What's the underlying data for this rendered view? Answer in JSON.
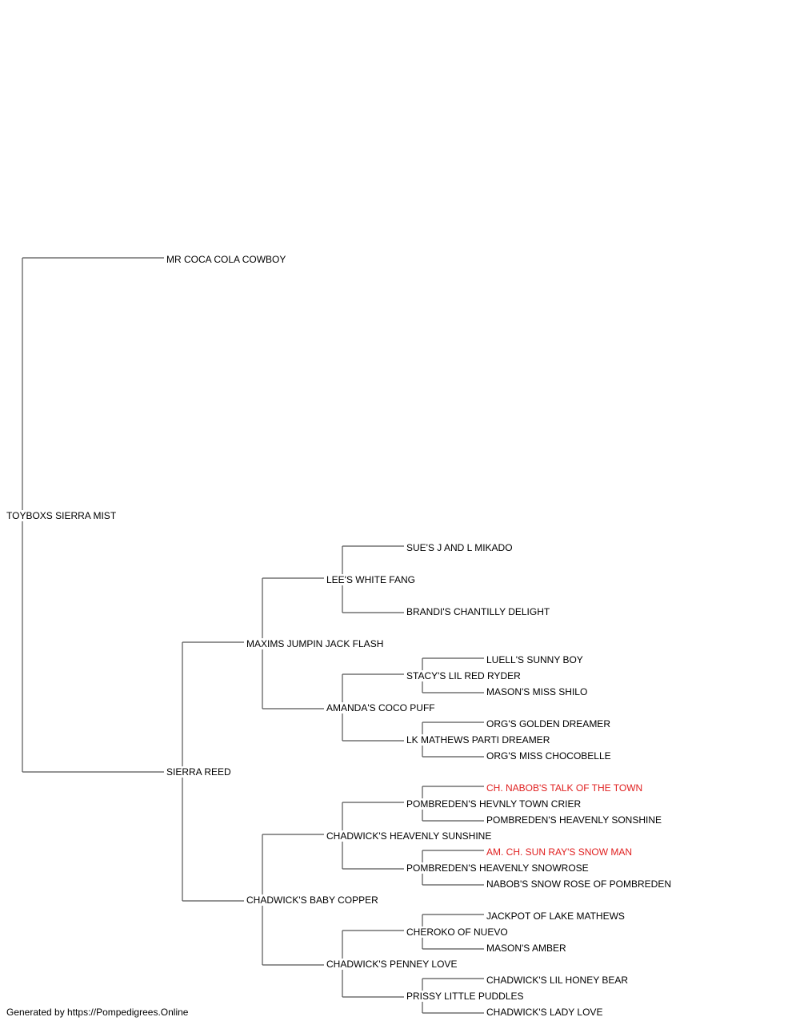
{
  "pedigree": {
    "subject": "TOYBOXS SIERRA MIST",
    "sire": "MR COCA COLA COWBOY",
    "dam": "SIERRA REED",
    "dam_sire": "MAXIMS JUMPIN JACK FLASH",
    "dam_dam": "CHADWICK'S BABY COPPER",
    "dam_sire_sire": "LEE'S WHITE FANG",
    "dam_sire_dam": "AMANDA'S COCO PUFF",
    "dam_dam_sire": "CHADWICK'S HEAVENLY SUNSHINE",
    "dam_dam_dam": "CHADWICK'S PENNEY LOVE",
    "g4_1": "SUE'S J AND L MIKADO",
    "g4_2": "BRANDI'S CHANTILLY DELIGHT",
    "g4_3": "STACY'S LIL RED RYDER",
    "g4_4": "LK MATHEWS PARTI DREAMER",
    "g4_5": "POMBREDEN'S HEVNLY TOWN CRIER",
    "g4_6": "POMBREDEN'S HEAVENLY SNOWROSE",
    "g4_7": "CHEROKO OF NUEVO",
    "g4_8": "PRISSY LITTLE PUDDLES",
    "g5_1": "LUELL'S SUNNY BOY",
    "g5_2": "MASON'S MISS SHILO",
    "g5_3": "ORG'S GOLDEN DREAMER",
    "g5_4": "ORG'S MISS CHOCOBELLE",
    "g5_5": "CH. NABOB'S TALK OF THE TOWN",
    "g5_6": "POMBREDEN'S HEAVENLY SONSHINE",
    "g5_7": "AM. CH. SUN RAY'S SNOW MAN",
    "g5_8": "NABOB'S SNOW ROSE OF POMBREDEN",
    "g5_9": "JACKPOT OF LAKE MATHEWS",
    "g5_10": "MASON'S AMBER",
    "g5_11": "CHADWICK'S LIL HONEY BEAR",
    "g5_12": "CHADWICK'S LADY LOVE"
  },
  "champion_color": "#e02020",
  "footer": "Generated by https://Pompedigrees.Online"
}
